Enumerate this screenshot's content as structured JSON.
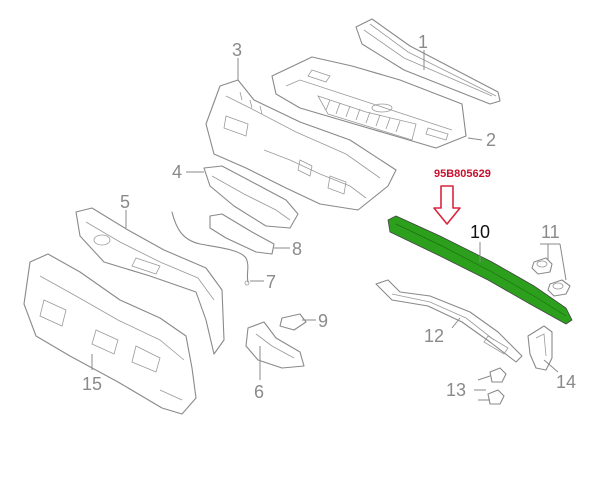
{
  "highlight": {
    "part_number": "95B805629",
    "color": "#2ca01c",
    "arrow_color": "#d7263d"
  },
  "callouts": [
    {
      "num": "1"
    },
    {
      "num": "2"
    },
    {
      "num": "3"
    },
    {
      "num": "4"
    },
    {
      "num": "5"
    },
    {
      "num": "6"
    },
    {
      "num": "7"
    },
    {
      "num": "8"
    },
    {
      "num": "9"
    },
    {
      "num": "10"
    },
    {
      "num": "11"
    },
    {
      "num": "12"
    },
    {
      "num": "13"
    },
    {
      "num": "14"
    },
    {
      "num": "15"
    }
  ]
}
